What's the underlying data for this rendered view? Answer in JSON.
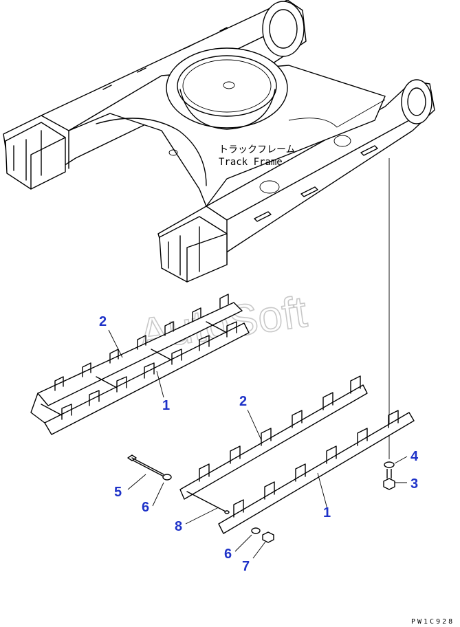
{
  "frame_label": {
    "japanese": "トラックフレーム",
    "english": "Track Frame"
  },
  "watermark": "AutoSoft",
  "drawing_code": "PW1C928",
  "callouts": [
    {
      "id": "callout-2-upper",
      "number": "2"
    },
    {
      "id": "callout-1-upper",
      "number": "1"
    },
    {
      "id": "callout-2-lower",
      "number": "2"
    },
    {
      "id": "callout-4",
      "number": "4"
    },
    {
      "id": "callout-3",
      "number": "3"
    },
    {
      "id": "callout-5",
      "number": "5"
    },
    {
      "id": "callout-6-left",
      "number": "6"
    },
    {
      "id": "callout-8",
      "number": "8"
    },
    {
      "id": "callout-1-lower",
      "number": "1"
    },
    {
      "id": "callout-6-lower",
      "number": "6"
    },
    {
      "id": "callout-7",
      "number": "7"
    }
  ],
  "colors": {
    "callout": "#1e32c8",
    "line": "#000000",
    "watermark": "#c8c8c8"
  }
}
